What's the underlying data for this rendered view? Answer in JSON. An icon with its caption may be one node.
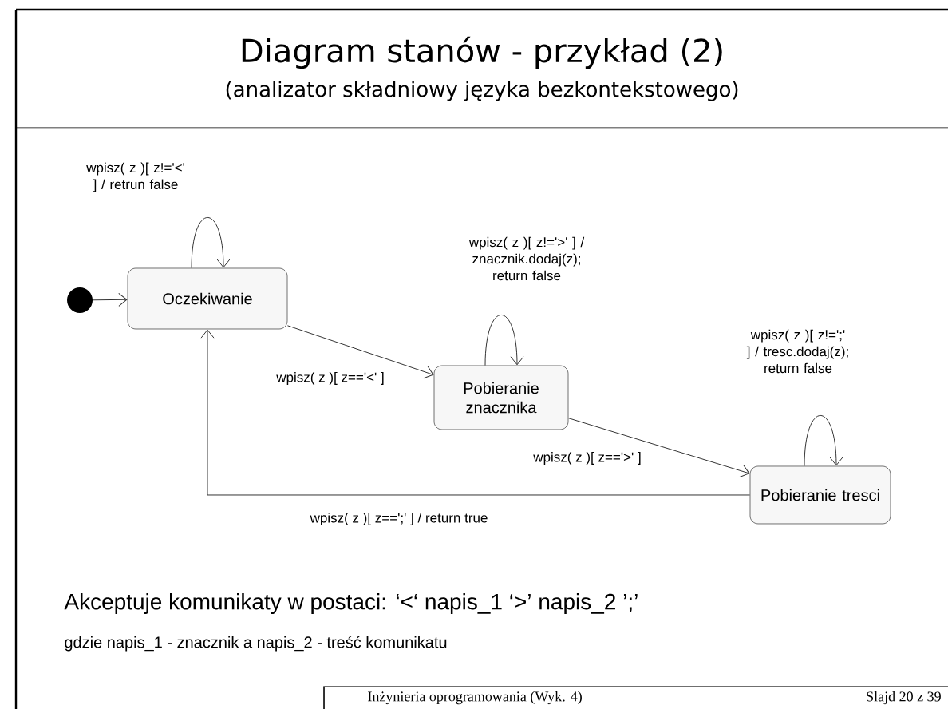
{
  "diagram": {
    "title": "Diagram stanów - przykład (2)",
    "nodes": [
      {
        "text": [],
        "shape": "circle"
      },
      {
        "text": [
          "Oczekiwanie"
        ]
      },
      {
        "text": [
          "Pobieranie znacznika"
        ]
      },
      {
        "text": [
          "Pobieranie tresci"
        ]
      }
    ],
    "edges": [
      {
        "from": 0,
        "to": 1,
        "arrow": "to"
      },
      {
        "from": 1,
        "to": 1,
        "arrow": "to",
        "label": "wpisz( z )[ z!='<' ] / retrun false"
      },
      {
        "from": 1,
        "to": 2,
        "arrow": "to",
        "label": "wpisz( z )[ z=='<' ]"
      },
      {
        "from": 2,
        "to": 2,
        "arrow": "to",
        "label": "wpisz( z )[ z!='>' ] / znacznik.dodaj(z); return false"
      },
      {
        "from": 2,
        "to": 3,
        "arrow": "to",
        "label": "wpisz( z )[ z=='>' ]"
      },
      {
        "from": 3,
        "to": 3,
        "arrow": "to",
        "label": "wpisz( z )[ z!=';' ] / tresc.dodaj(z); return false"
      },
      {
        "from": 3,
        "to": 1,
        "arrow": "to",
        "label": "wpisz( z )[ z==';' ] / return true"
      }
    ],
    "labels": [
      "(analizator składniowy języka bezkontekstowego)",
      "Akceptuje komunikaty w postaci: ‘<‘ napis_1 ‘>’ napis_2 ’;’",
      "gdzie napis_1 - znacznik a napis_2 - treść komunikatu",
      "Inżynieria oprogramowania (Wyk. 4)",
      "Slajd 20 z 39"
    ]
  }
}
